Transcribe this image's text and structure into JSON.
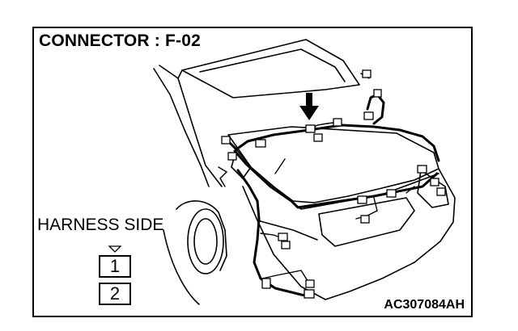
{
  "diagram": {
    "title": "CONNECTOR : F-02",
    "harness_label": "HARNESS SIDE",
    "pins": [
      "1",
      "2"
    ],
    "figure_code": "AC307084AH"
  }
}
